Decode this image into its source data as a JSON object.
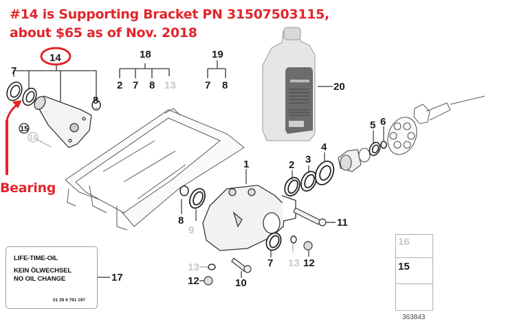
{
  "annotation": {
    "line1": "#14 is Supporting Bracket PN 31507503115,",
    "line2": "about $65 as of Nov. 2018",
    "bearing_label": "Bearing",
    "color": "#e3242b"
  },
  "callouts": {
    "c14": "14",
    "c14_7": "7",
    "c14_8": "8",
    "c18": "18",
    "c18_2": "2",
    "c18_7": "7",
    "c18_8": "8",
    "c18_13": "13",
    "c19": "19",
    "c19_7": "7",
    "c19_8": "8",
    "c20": "20",
    "c15": "15",
    "c16": "16",
    "c1": "1",
    "c2": "2",
    "c3": "3",
    "c4": "4",
    "c5": "5",
    "c6": "6",
    "c8b": "8",
    "c9": "9",
    "c11": "11",
    "c7b": "7",
    "c13b": "13",
    "c12b": "12",
    "c13c": "13",
    "c12c": "12",
    "c10": "10",
    "c17": "17"
  },
  "label_card": {
    "line1": "LIFE-TIME-OIL",
    "line2": "KEIN ÖLWECHSEL",
    "line3": "NO OIL CHANGE",
    "part_code": "01 39 9 791 197"
  },
  "legend": {
    "item16": "16",
    "item15": "15"
  },
  "diagram_id": "363843"
}
